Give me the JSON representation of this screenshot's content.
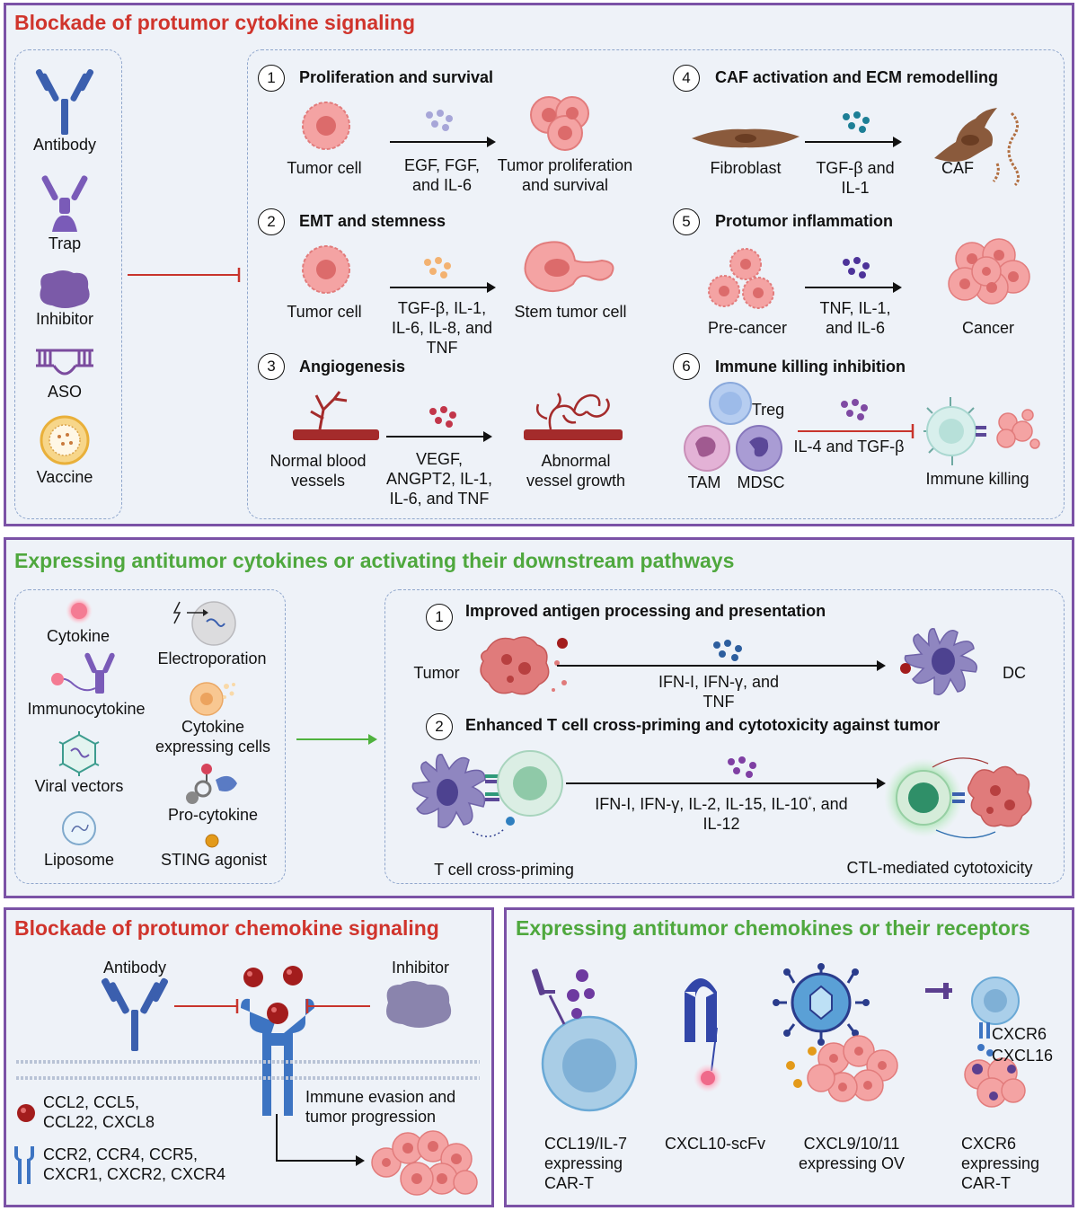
{
  "section1": {
    "title": "Blockade of protumor cytokine signaling",
    "agents": [
      "Antibody",
      "Trap",
      "Inhibitor",
      "ASO",
      "Vaccine"
    ],
    "mechanisms": [
      {
        "num": "1",
        "title": "Proliferation and survival",
        "left": "Tumor cell",
        "arrow": "EGF, FGF,\nand IL-6",
        "right": "Tumor proliferation\nand survival"
      },
      {
        "num": "2",
        "title": "EMT and stemness",
        "left": "Tumor cell",
        "arrow": "TGF-β,  IL-1,\nIL-6, IL-8, and\nTNF",
        "right": "Stem tumor cell"
      },
      {
        "num": "3",
        "title": "Angiogenesis",
        "left": "Normal blood\nvessels",
        "arrow": "VEGF,\nANGPT2, IL-1,\nIL-6, and TNF",
        "right": "Abnormal\nvessel growth"
      },
      {
        "num": "4",
        "title": "CAF activation and ECM remodelling",
        "left": "Fibroblast",
        "arrow": "TGF-β and\nIL-1",
        "right": "CAF"
      },
      {
        "num": "5",
        "title": "Protumor inflammation",
        "left": "Pre-cancer",
        "arrow": "TNF, IL-1,\nand IL-6",
        "right": "Cancer"
      },
      {
        "num": "6",
        "title": "Immune killing inhibition",
        "cells": [
          "Treg",
          "TAM",
          "MDSC"
        ],
        "arrow": "IL-4 and TGF-β",
        "right": "Immune killing"
      }
    ]
  },
  "section2": {
    "title": "Expressing antitumor cytokines or activating their downstream pathways",
    "agents": [
      "Cytokine",
      "Immunocytokine",
      "Viral vectors",
      "Liposome",
      "Electroporation",
      "Cytokine\nexpressing cells",
      "Pro-cytokine",
      "STING agonist"
    ],
    "step1": {
      "num": "1",
      "title": "Improved antigen processing and presentation",
      "left": "Tumor",
      "arrow": "IFN-I, IFN-γ,  and\nTNF",
      "right": "DC"
    },
    "step2": {
      "num": "2",
      "title": "Enhanced T cell cross-priming and cytotoxicity against tumor",
      "arrow_a": "IFN-I, IFN-γ, IL-2, IL-15,  IL-10",
      "arrow_sup": "*",
      "arrow_b": ", and",
      "arrow_c": "IL-12",
      "left": "T cell cross-priming",
      "right": "CTL-mediated cytotoxicity"
    }
  },
  "section3": {
    "title": "Blockade of protumor chemokine signaling",
    "antibody": "Antibody",
    "inhibitor": "Inhibitor",
    "outcome": "Immune evasion and\ntumor progression",
    "ligands": "CCL2, CCL5,\nCCL22, CXCL8",
    "receptors": "CCR2, CCR4, CCR5,\nCXCR1, CXCR2, CXCR4"
  },
  "section4": {
    "title": "Expressing antitumor chemokines or their receptors",
    "items": [
      "CCL19/IL-7\nexpressing\nCAR-T",
      "CXCL10-scFv",
      "CXCL9/10/11\nexpressing OV",
      "CXCR6\nexpressing\nCAR-T"
    ],
    "cxcr6": "CXCR6",
    "cxcl16": "CXCL16"
  },
  "colors": {
    "border": "#7b52a6",
    "red_title": "#d0342c",
    "green_title": "#4fa83e",
    "antibody_blue": "#3b5fae",
    "tumor_pink": "#f08a8a",
    "inhibit_red": "#c8342c",
    "green_arrow": "#4fb23e"
  }
}
